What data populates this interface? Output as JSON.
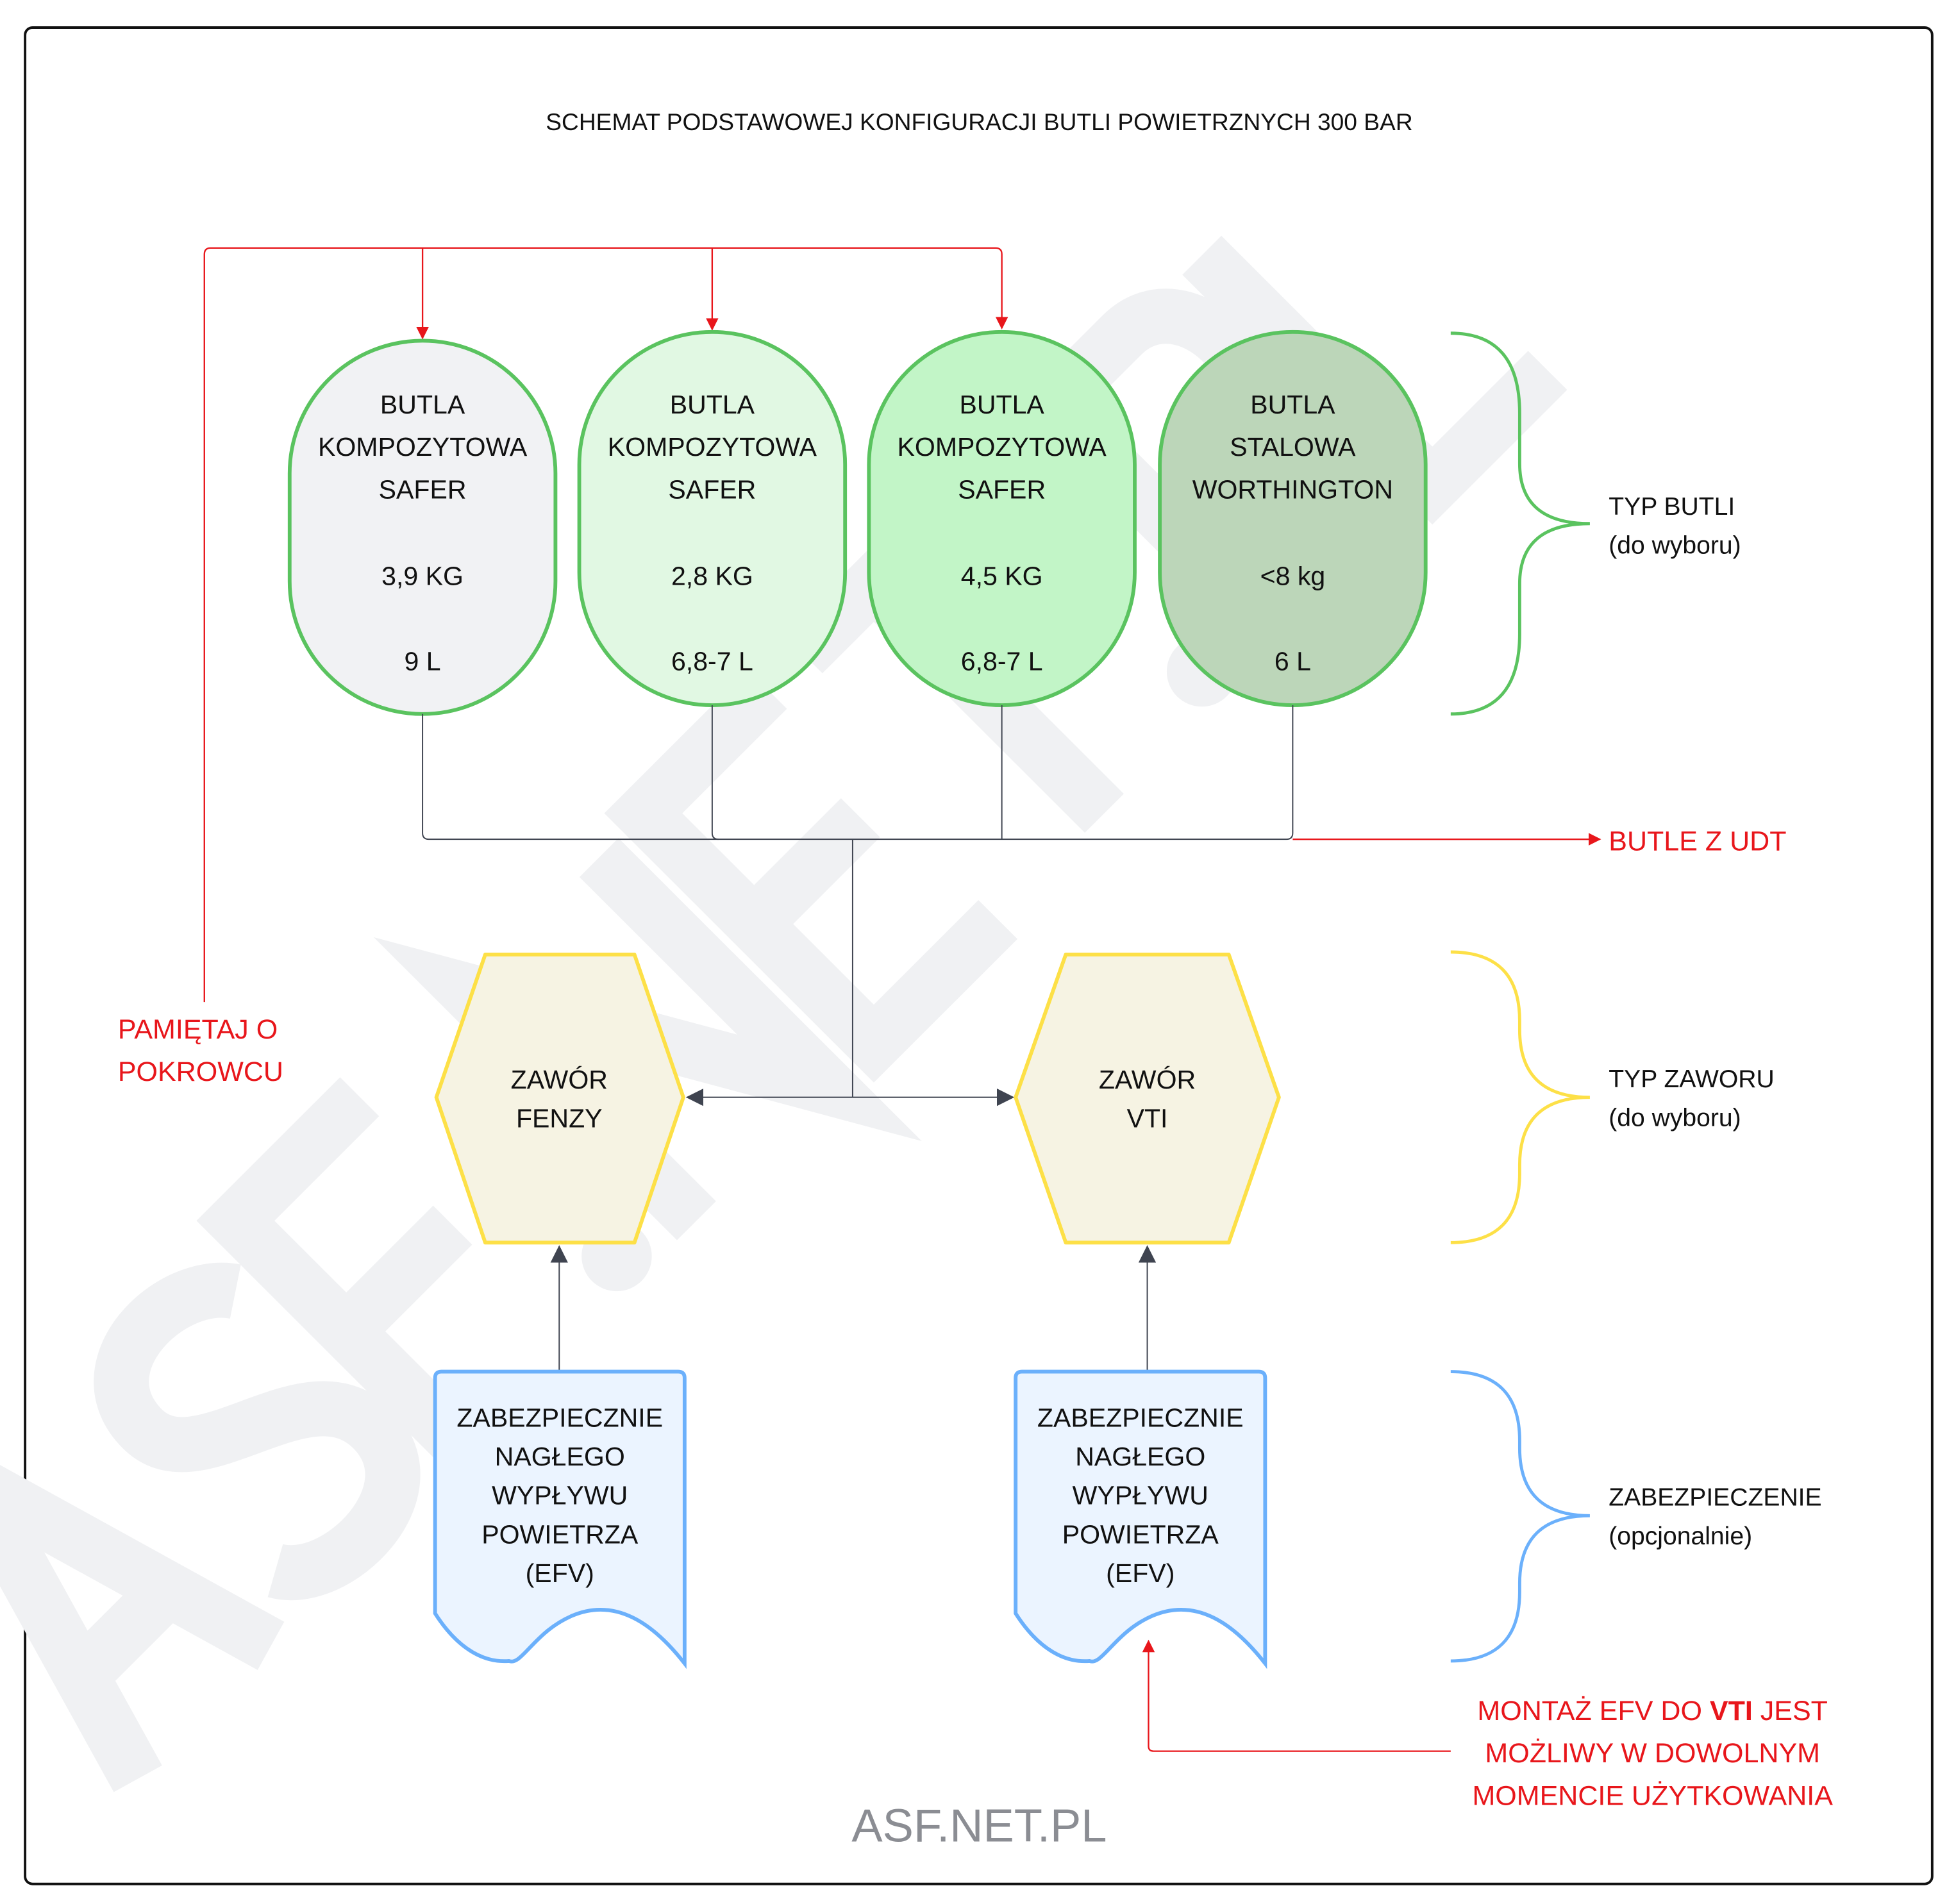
{
  "title": "SCHEMAT PODSTAWOWEJ KONFIGURACJI BUTLI POWIETRZNYCH 300 BAR",
  "watermark": "ASF.NET.PL",
  "footer": "ASF.NET.PL",
  "cylinders": [
    {
      "l1": "BUTLA",
      "l2": "KOMPOZYTOWA",
      "l3": "SAFER",
      "weight": "3,9 KG",
      "volume": "9 L",
      "fill": "#f1f2f4"
    },
    {
      "l1": "BUTLA",
      "l2": "KOMPOZYTOWA",
      "l3": "SAFER",
      "weight": "2,8 KG",
      "volume": "6,8-7 L",
      "fill": "#e1f8e3"
    },
    {
      "l1": "BUTLA",
      "l2": "KOMPOZYTOWA",
      "l3": "SAFER",
      "weight": "4,5 KG",
      "volume": "6,8-7 L",
      "fill": "#c2f5c7"
    },
    {
      "l1": "BUTLA",
      "l2": "STALOWA",
      "l3": "WORTHINGTON",
      "weight": "<8 kg",
      "volume": "6 L",
      "fill": "#bcd6b9"
    }
  ],
  "valves": [
    {
      "l1": "ZAWÓR",
      "l2": "FENZY"
    },
    {
      "l1": "ZAWÓR",
      "l2": "VTI"
    }
  ],
  "efv": [
    {
      "lines": [
        "ZABEZPIECZNIE",
        "NAGŁEGO",
        "WYPŁYWU",
        "POWIETRZA",
        "(EFV)"
      ]
    },
    {
      "lines": [
        "ZABEZPIECZNIE",
        "NAGŁEGO",
        "WYPŁYWU",
        "POWIETRZA",
        "(EFV)"
      ]
    }
  ],
  "groups": {
    "cylinders": {
      "l1": "TYP BUTLI",
      "l2": "(do wyboru)"
    },
    "valves": {
      "l1": "TYP ZAWORU",
      "l2": "(do wyboru)"
    },
    "safety": {
      "l1": "ZABEZPIECZENIE",
      "l2": "(opcjonalnie)"
    }
  },
  "notes": {
    "udt": "BUTLE Z UDT",
    "cover_l1": "PAMIĘTAJ O",
    "cover_l2": "POKROWCU",
    "efv_a": "MONTAŻ EFV DO ",
    "efv_bold": "VTI",
    "efv_b": " JEST",
    "efv_l2": "MOŻLIWY W DOWOLNYM",
    "efv_l3": "MOMENCIE UŻYTKOWANIA"
  },
  "colors": {
    "green": "#5ac35f",
    "yellow": "#fde047",
    "blue": "#6bb0fb",
    "red": "#e8161b",
    "line": "#3f4450"
  }
}
